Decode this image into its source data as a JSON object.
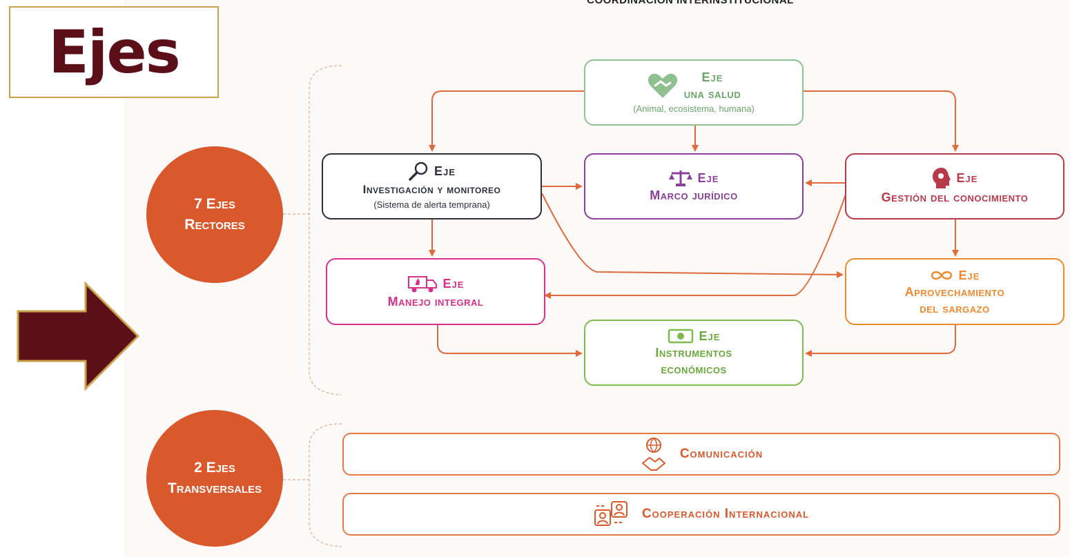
{
  "header": {
    "title": "COORDINACIÓN INTERINSTITUCIONAL"
  },
  "badge": {
    "title": "Ejes"
  },
  "groups": {
    "rectores": {
      "line1": "7 Ejes",
      "line2": "Rectores"
    },
    "transversales": {
      "line1": "2 Ejes",
      "line2": "Transversales"
    }
  },
  "nodes": {
    "una_salud": {
      "label": "Eje",
      "name": "una salud",
      "sub": "(Animal, ecosistema, humana)",
      "color": "#7fb27f"
    },
    "investigacion": {
      "label": "Eje",
      "name": "Investigación y monitoreo",
      "sub": "(Sistema de alerta temprana)",
      "color": "#2e2e3a"
    },
    "marco": {
      "label": "Eje",
      "name": "Marco jurídico",
      "color": "#8a3f9a"
    },
    "gestion": {
      "label": "Eje",
      "name": "Gestión del conocimiento",
      "color": "#b83a4a"
    },
    "manejo": {
      "label": "Eje",
      "name": "Manejo integral",
      "color": "#d8308a"
    },
    "aprovechamiento": {
      "label": "Eje",
      "name1": "Aprovechamiento",
      "name2": "del sargazo",
      "color": "#ee8a2e"
    },
    "instrumentos": {
      "label": "Eje",
      "name1": "Instrumentos",
      "name2": "económicos",
      "color": "#7dbb4c"
    }
  },
  "transversales": {
    "comunicacion": {
      "label": "Comunicación"
    },
    "cooperacion": {
      "label": "Cooperación Internacional"
    }
  },
  "colors": {
    "accent": "#d9592c",
    "maroon": "#5b0f19",
    "gold": "#c9a24a",
    "arrow": "#e0683a"
  }
}
